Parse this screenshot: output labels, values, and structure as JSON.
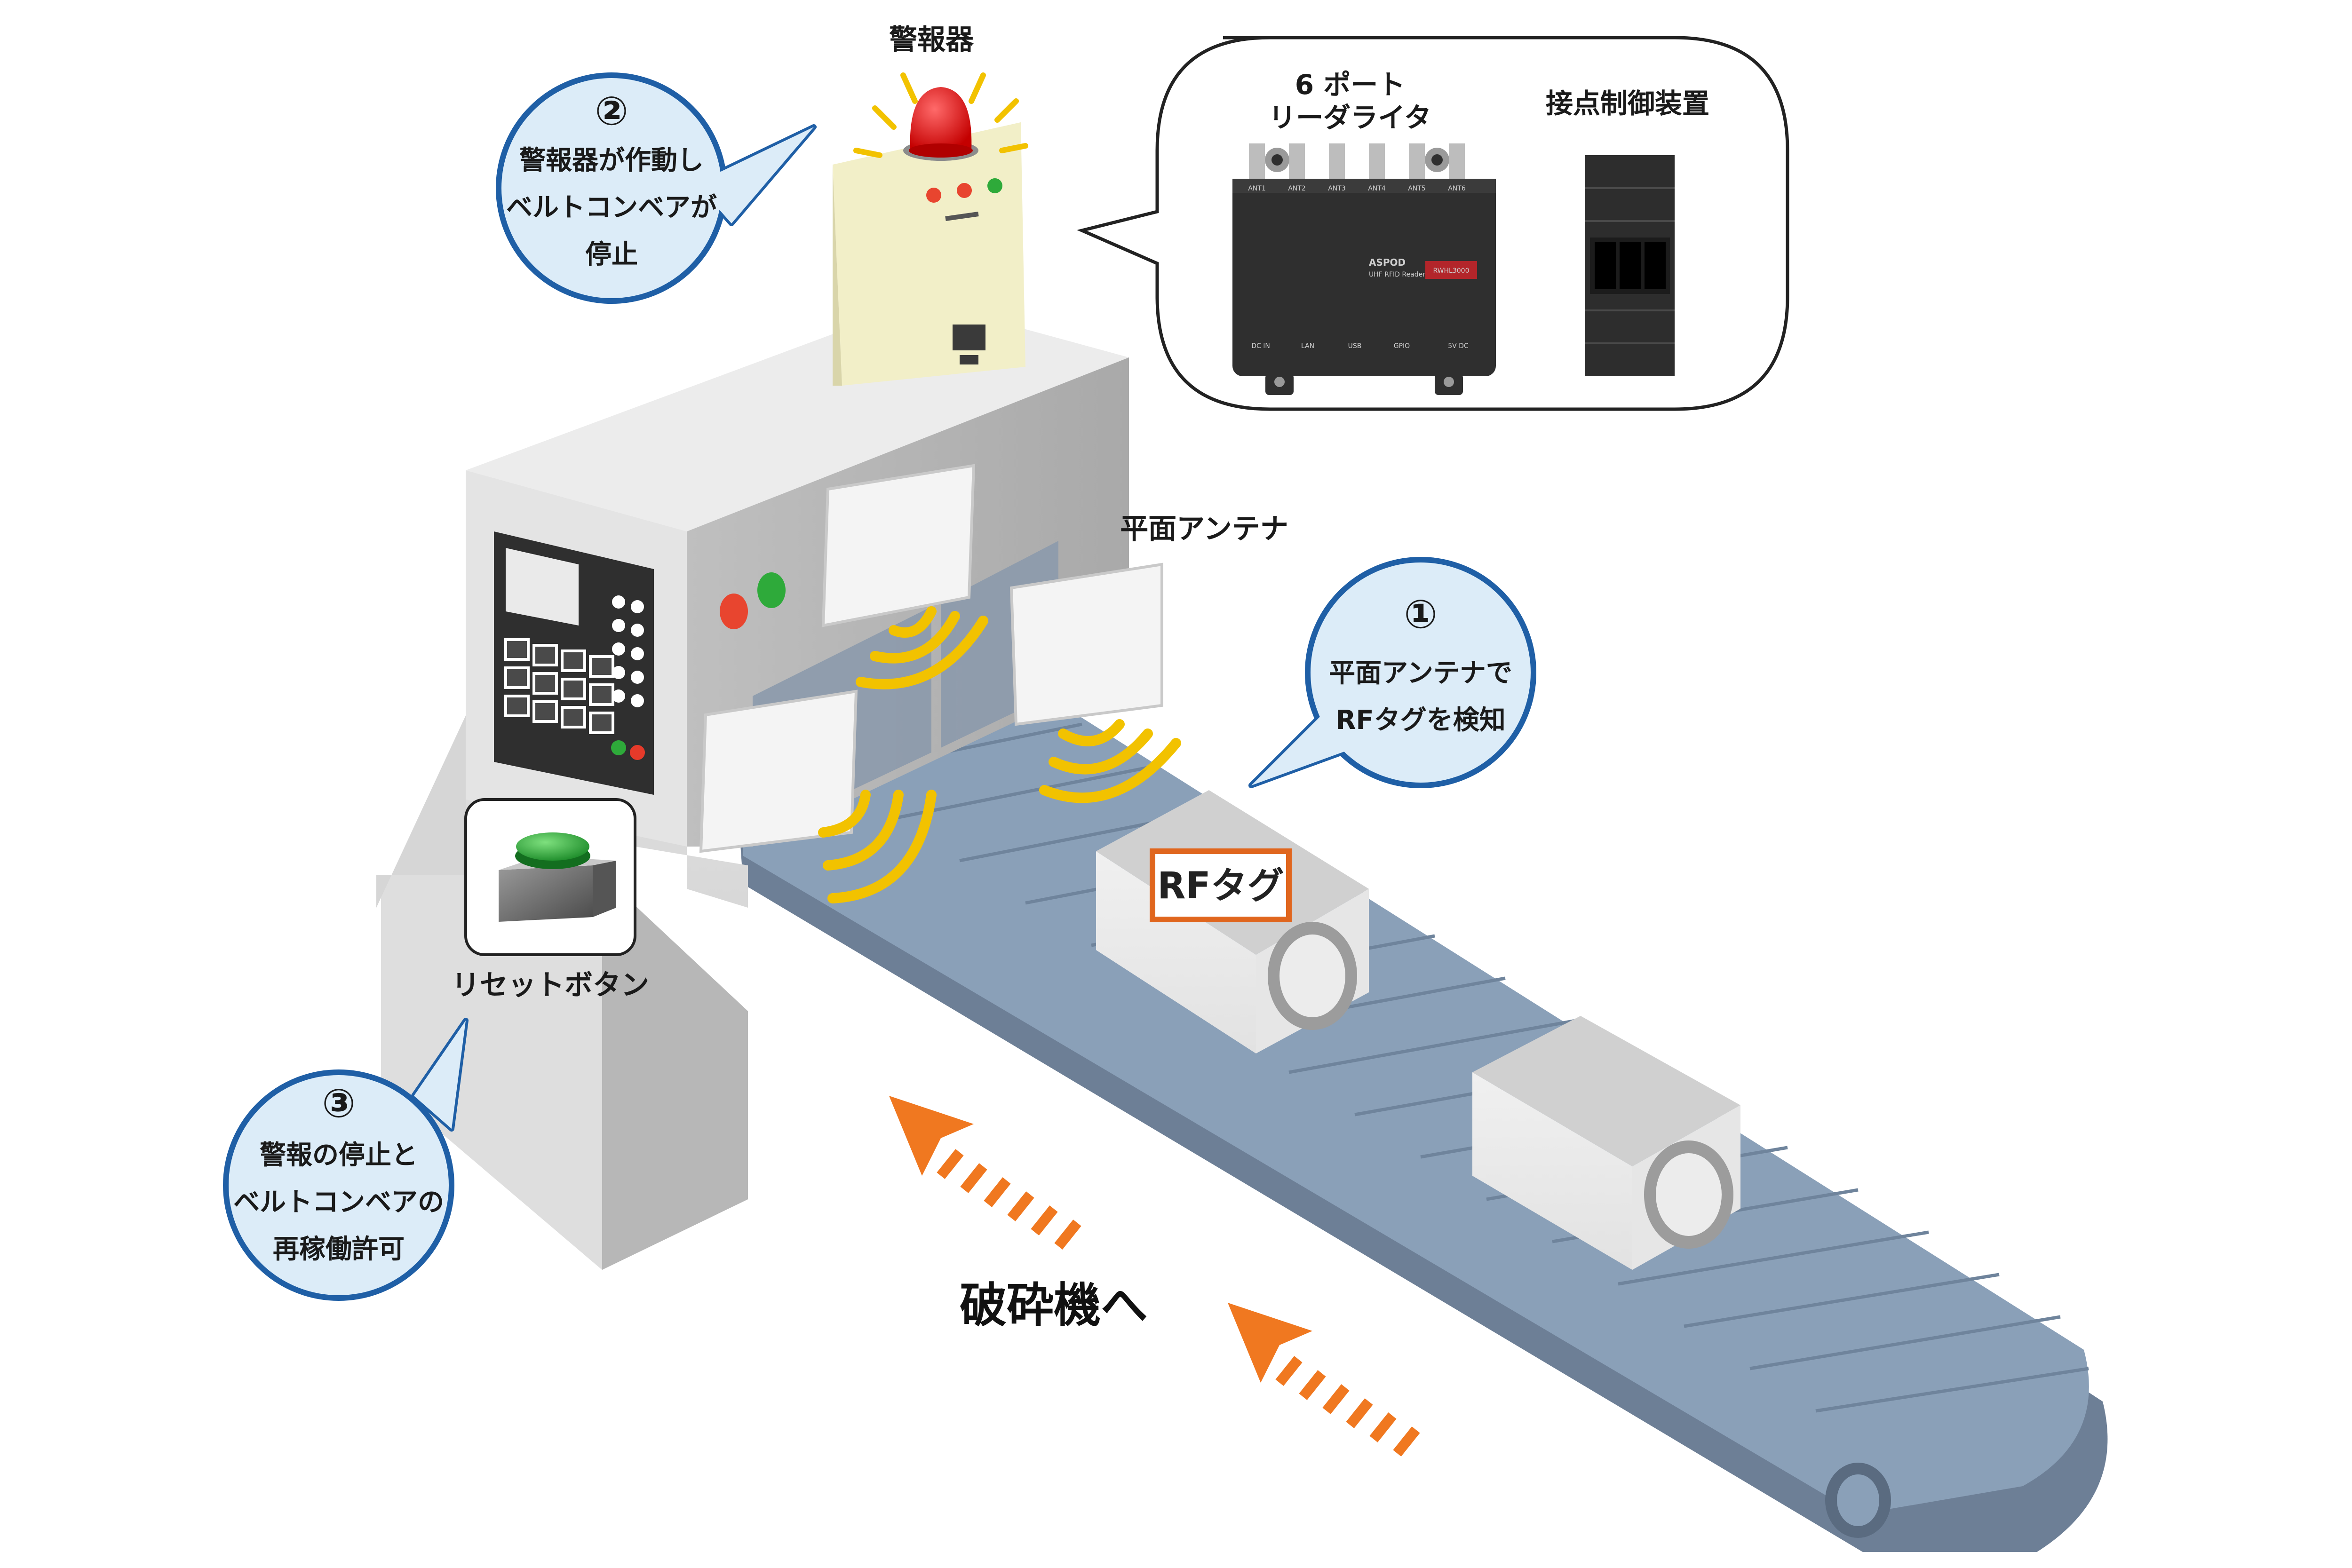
{
  "labels": {
    "alarm": "警報器",
    "reader": [
      "6 ポート",
      "リーダライタ"
    ],
    "contact_controller": "接点制御装置",
    "antenna": "平面アンテナ",
    "reset_button": "リセットボタン",
    "destination": "破砕機へ",
    "rf_tag": "RFタグ"
  },
  "steps": [
    {
      "number": "②",
      "lines": [
        "警報器が作動し",
        "ベルトコンベアが",
        "停止"
      ]
    },
    {
      "number": "①",
      "lines": [
        "平面アンテナで",
        "RFタグを検知"
      ]
    },
    {
      "number": "③",
      "lines": [
        "警報の停止と",
        "ベルトコンベアの",
        "再稼働許可"
      ]
    }
  ],
  "reader_device": {
    "brand": "ASPOD",
    "model_line": "UHF RFID Reader",
    "model": "RWHL3000",
    "ports": [
      "ANT1",
      "ANT2",
      "ANT3",
      "ANT4",
      "ANT5",
      "ANT6"
    ],
    "bottom_ports": [
      "DC IN",
      "LAN",
      "USB",
      "GPIO",
      "5V DC"
    ]
  },
  "colors": {
    "bubble_fill": "#dcecf8",
    "bubble_stroke": "#1f5fa6",
    "arrow": "#f07820",
    "wave": "#f2c200",
    "conveyor": "#7f93ab",
    "tag_border": "#e0661e"
  },
  "icons": [
    "warning-light-icon",
    "push-button-icon",
    "flow-arrow-icon",
    "signal-wave-icon"
  ]
}
